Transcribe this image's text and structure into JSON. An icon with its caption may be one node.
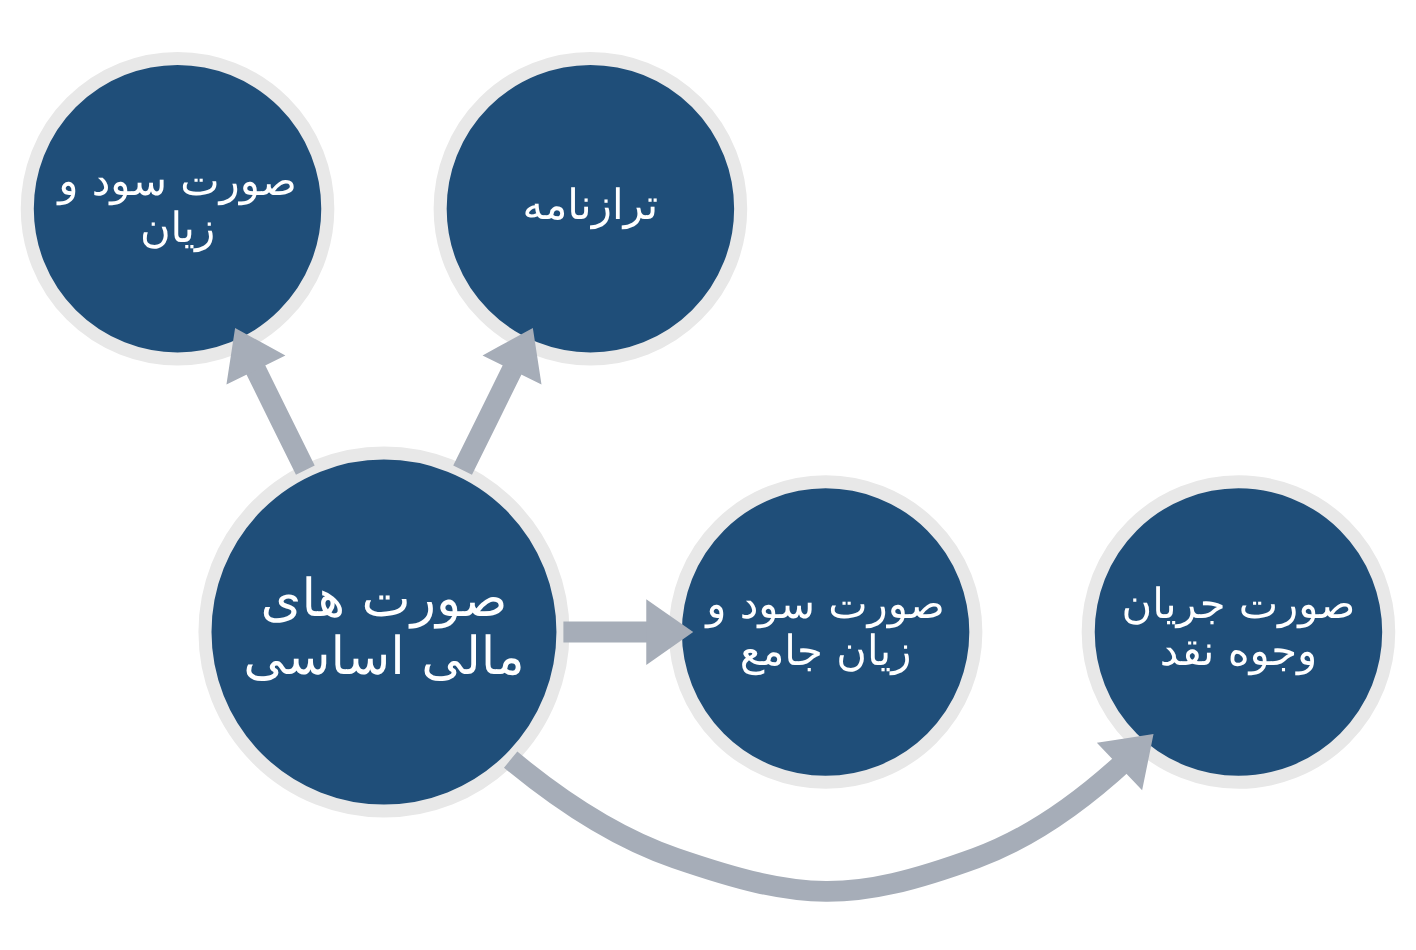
{
  "diagram": {
    "nodes": [
      {
        "text": [
          "صورت سود و زیان"
        ]
      },
      {
        "text": [
          "ترازنامه"
        ]
      },
      {
        "text": [
          "صورت جریان وجوه نقد"
        ]
      },
      {
        "text": [
          "صورت های مالی اساسی"
        ]
      },
      {
        "text": [
          "صورت سود و زیان جامع"
        ]
      }
    ],
    "edges": [
      {
        "from": 3,
        "to": 0,
        "arrow": "to"
      },
      {
        "from": 3,
        "to": 1,
        "arrow": "to"
      },
      {
        "from": 3,
        "to": 2,
        "arrow": "to"
      },
      {
        "from": 3,
        "to": 4,
        "arrow": "to"
      }
    ]
  }
}
